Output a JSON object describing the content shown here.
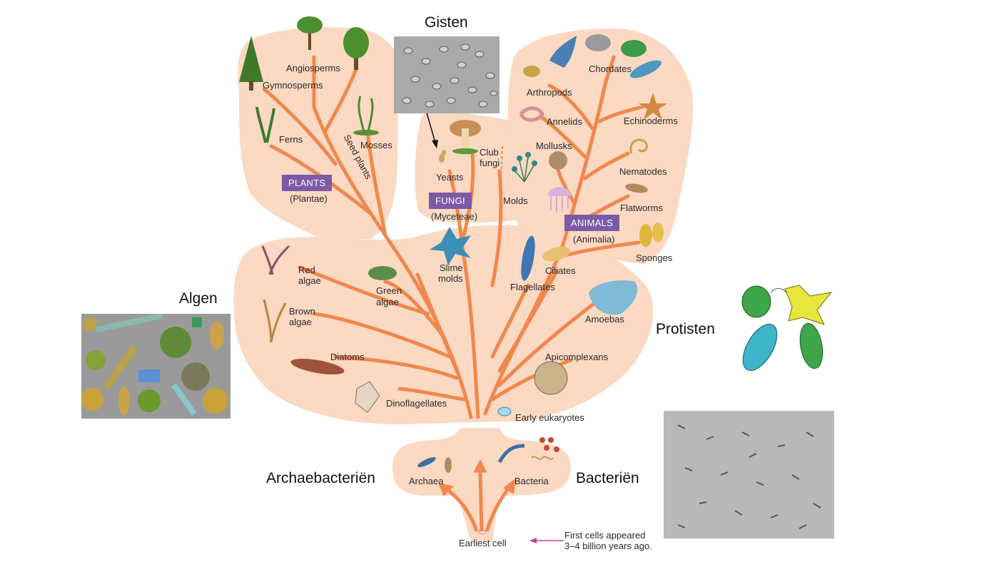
{
  "headings": {
    "gisten": "Gisten",
    "algen": "Algen",
    "protisten": "Protisten",
    "archaebacterien": "Archaebacteriën",
    "bacterien": "Bacteriën"
  },
  "kingdoms": {
    "plants": {
      "label": "PLANTS",
      "sub": "(Plantae)"
    },
    "fungi": {
      "label": "FUNGI",
      "sub": "(Myceteae)"
    },
    "animals": {
      "label": "ANIMALS",
      "sub": "(Animalia)"
    }
  },
  "plants": {
    "angiosperms": "Angiosperms",
    "gymnosperms": "Gymnosperms",
    "ferns": "Ferns",
    "mosses": "Mosses",
    "seed_plants": "Seed plants"
  },
  "fungi": {
    "yeasts": "Yeasts",
    "club_fungi_1": "Club",
    "club_fungi_2": "fungi",
    "molds": "Molds"
  },
  "animals": {
    "chordates": "Chordates",
    "arthropods": "Arthropods",
    "annelids": "Annelids",
    "echinoderms": "Echinoderms",
    "mollusks": "Mollusks",
    "nematodes": "Nematodes",
    "flatworms": "Flatworms",
    "sponges": "Sponges"
  },
  "protists": {
    "red_algae_1": "Red",
    "red_algae_2": "algae",
    "green_algae_1": "Green",
    "green_algae_2": "algae",
    "slime_molds_1": "Slime",
    "slime_molds_2": "molds",
    "flagellates": "Flagellates",
    "ciliates": "Ciliates",
    "brown_algae_1": "Brown",
    "brown_algae_2": "algae",
    "amoebas": "Amoebas",
    "diatoms": "Diatoms",
    "apicomplexans": "Apicomplexans",
    "dinoflagellates": "Dinoflagellates",
    "early_eukaryotes": "Early eukaryotes"
  },
  "prokaryotes": {
    "archaea": "Archaea",
    "bacteria": "Bacteria",
    "earliest_cell": "Earliest cell"
  },
  "note": {
    "line1": "First  cells appeared",
    "line2": "3–4 billion years ago."
  },
  "colors": {
    "blob": "#fbd9c2",
    "branch": "#f0884d",
    "kingdom_box": "#7b5aa6",
    "note_arrow": "#d23a8a"
  }
}
